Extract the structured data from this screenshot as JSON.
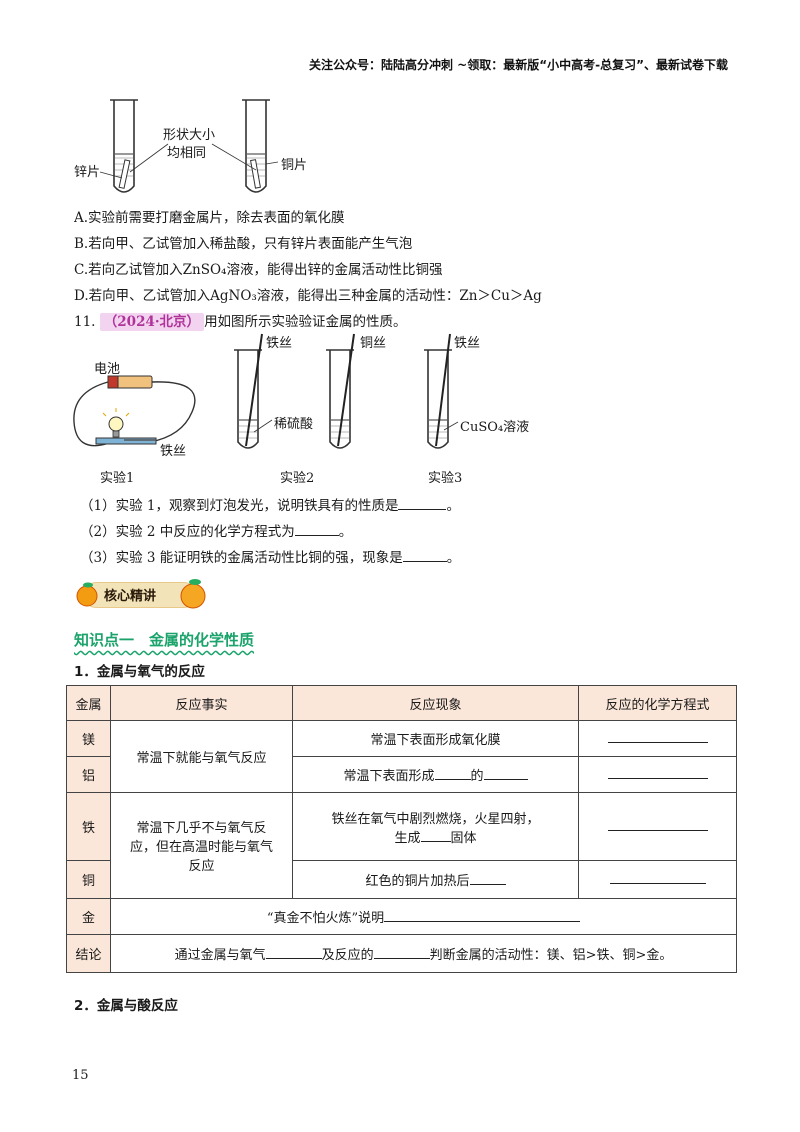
{
  "header": {
    "text": "关注公众号：陆陆高分冲刺 ~领取：最新版“小中高考-总复习”、最新试卷下载"
  },
  "fig10": {
    "label_zinc": "锌片",
    "label_copper": "铜片",
    "label_same": [
      "形状大小",
      "均相同"
    ]
  },
  "options": [
    {
      "letter": "A.",
      "text": "实验前需要打磨金属片，除去表面的氧化膜"
    },
    {
      "letter": "B.",
      "text": "若向甲、乙试管加入稀盐酸，只有锌片表面能产生气泡"
    },
    {
      "letter": "C.",
      "text": "若向乙试管加入ZnSO₄溶液，能得出锌的金属活动性比铜强"
    },
    {
      "letter": "D.",
      "text": "若向甲、乙试管加入AgNO₃溶液，能得出三种金属的活动性：Zn＞Cu＞Ag"
    }
  ],
  "q11": {
    "number": "11.",
    "tag": "（2024·北京）",
    "text": "用如图所示实验验证金属的性质。"
  },
  "fig11": {
    "battery": "电池",
    "iron_wire_1": "铁丝",
    "exp1": "实验1",
    "iron_wire_2": "铁丝",
    "acid": "稀硫酸",
    "exp2": "实验2",
    "copper_wire": "铜丝",
    "iron_wire_3": "铁丝",
    "cuso4": "CuSO₄溶液",
    "exp3": "实验3"
  },
  "subq": [
    {
      "pre": "（1）实验 1，观察到灯泡发光，说明铁具有的性质是",
      "post": "。"
    },
    {
      "pre": "（2）实验 2 中反应的化学方程式为",
      "post": "。"
    },
    {
      "pre": "（3）实验 3 能证明铁的金属活动性比铜的强，现象是",
      "post": "。"
    }
  ],
  "badge": "核心精讲",
  "knowledge": {
    "title": "知识点一　金属的化学性质"
  },
  "section1": "1．金属与氧气的反应",
  "table": {
    "headers": [
      "金属",
      "反应事实",
      "反应现象",
      "反应的化学方程式"
    ],
    "metals": [
      "镁",
      "铝",
      "铁",
      "铜",
      "金",
      "结论"
    ],
    "fact_room": "常温下就能与氧气反应",
    "fact_iron": [
      "常温下几乎不与氧气反",
      "应，但在高温时能与氧气",
      "反应"
    ],
    "mg_phen": "常温下表面形成氧化膜",
    "al_phen_pre": "常温下表面形成",
    "al_phen_mid": "的",
    "fe_phen_1": "铁丝在氧气中剧烈燃烧，火星四射，",
    "fe_phen_2_pre": "生成",
    "fe_phen_2_post": "固体",
    "cu_phen_pre": "红色的铜片加热后",
    "au_pre": "“真金不怕火炼”说明",
    "concl_pre": "通过金属与氧气",
    "concl_mid": "及反应的",
    "concl_post": "判断金属的活动性：镁、铝>铁、铜>金。"
  },
  "section2": "2．金属与酸反应",
  "page_number": "15"
}
